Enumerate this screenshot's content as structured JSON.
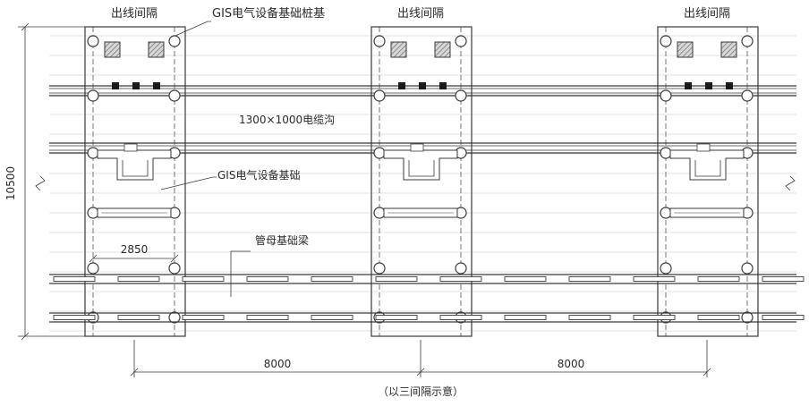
{
  "labels": {
    "bay_titles": [
      "出线间隔",
      "出线间隔",
      "出线间隔"
    ],
    "gis_pile": "GIS电气设备基础桩基",
    "cable_trench": "1300×1000电缆沟",
    "gis_foundation": "GIS电气设备基础",
    "busbar_beam": "管母基础梁",
    "dim_height": "10500",
    "dim_bay_width": "2850",
    "dim_spacing": [
      "8000",
      "8000"
    ],
    "note": "（以三间隔示意）"
  },
  "colors": {
    "line": "#3a3a3a",
    "hatch": "#7a7a7a",
    "fill_dark": "#1a1a1a",
    "grid": "#b8b8b8"
  }
}
